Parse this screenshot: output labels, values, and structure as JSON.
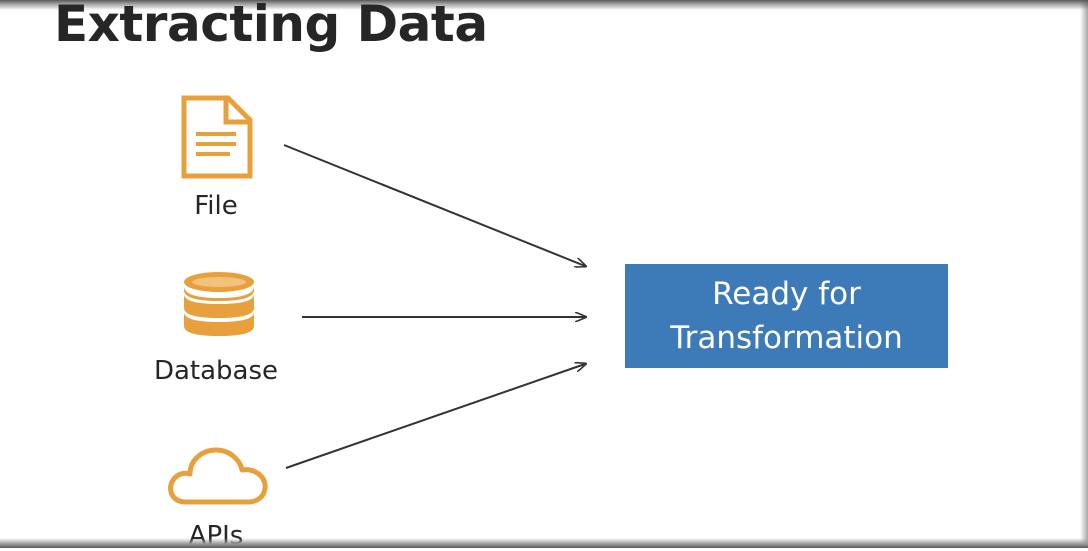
{
  "slide": {
    "title": "Extracting Data"
  },
  "sources": [
    {
      "label": "File",
      "icon": "file-document-icon"
    },
    {
      "label": "Database",
      "icon": "database-icon"
    },
    {
      "label": "APIs",
      "icon": "cloud-icon"
    }
  ],
  "target": {
    "line1": "Ready for",
    "line2": "Transformation"
  },
  "colors": {
    "icon_orange": "#e8a03c",
    "box_blue": "#3d7ab8",
    "text_dark": "#262626",
    "arrow": "#333333"
  }
}
